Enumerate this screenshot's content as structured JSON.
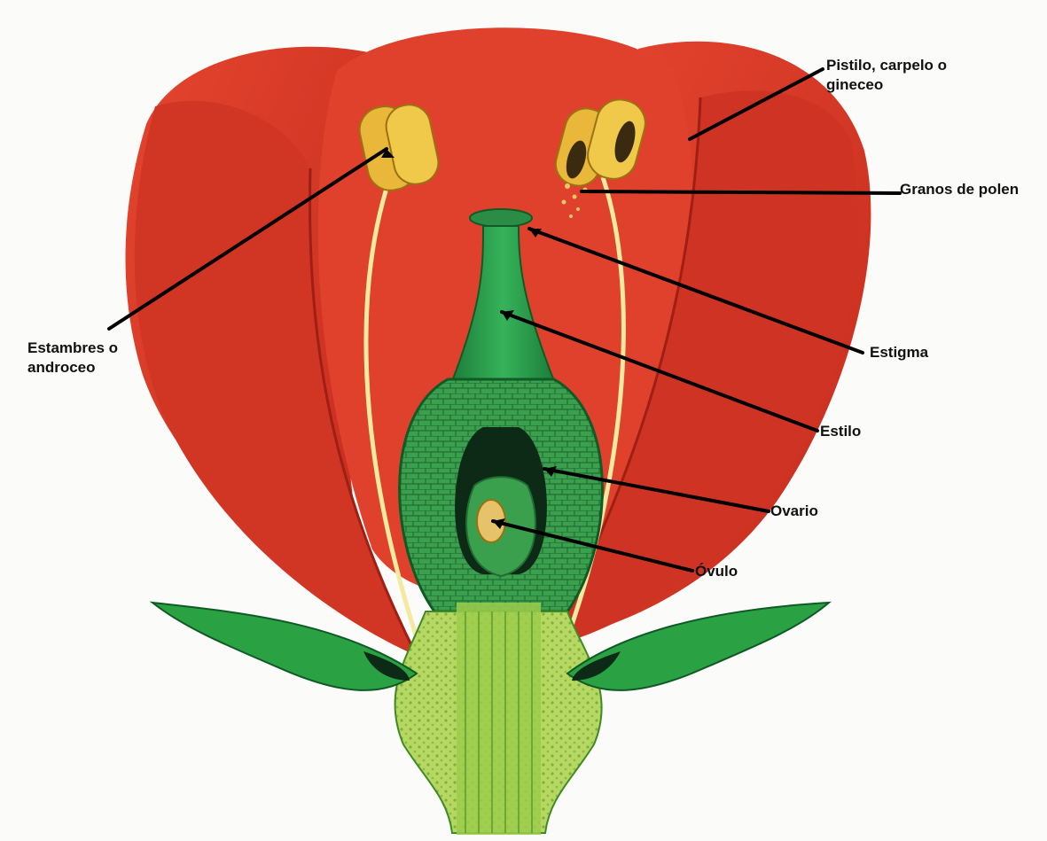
{
  "diagram": {
    "labels": {
      "pistilo": [
        "Pistilo, carpelo o",
        "gineceo"
      ],
      "granos": "Granos de polen",
      "estigma": "Estigma",
      "estilo": "Estilo",
      "ovario": "Ovario",
      "ovulo": "Óvulo",
      "estambres": [
        "Estambres o",
        "androceo"
      ]
    },
    "colors": {
      "petal": "#d83a2a",
      "petal_dark": "#b82418",
      "petal_light": "#e55a42",
      "filament": "#f3e9a0",
      "anther": "#e9b83a",
      "pistil": "#2a9e4a",
      "pistil_dark": "#146b2e",
      "ovary_inner": "#0d2a17",
      "ovule": "#e6c36a",
      "receptacle": "#a9cf5a",
      "leaf": "#2aa244",
      "leader": "#000000"
    }
  }
}
